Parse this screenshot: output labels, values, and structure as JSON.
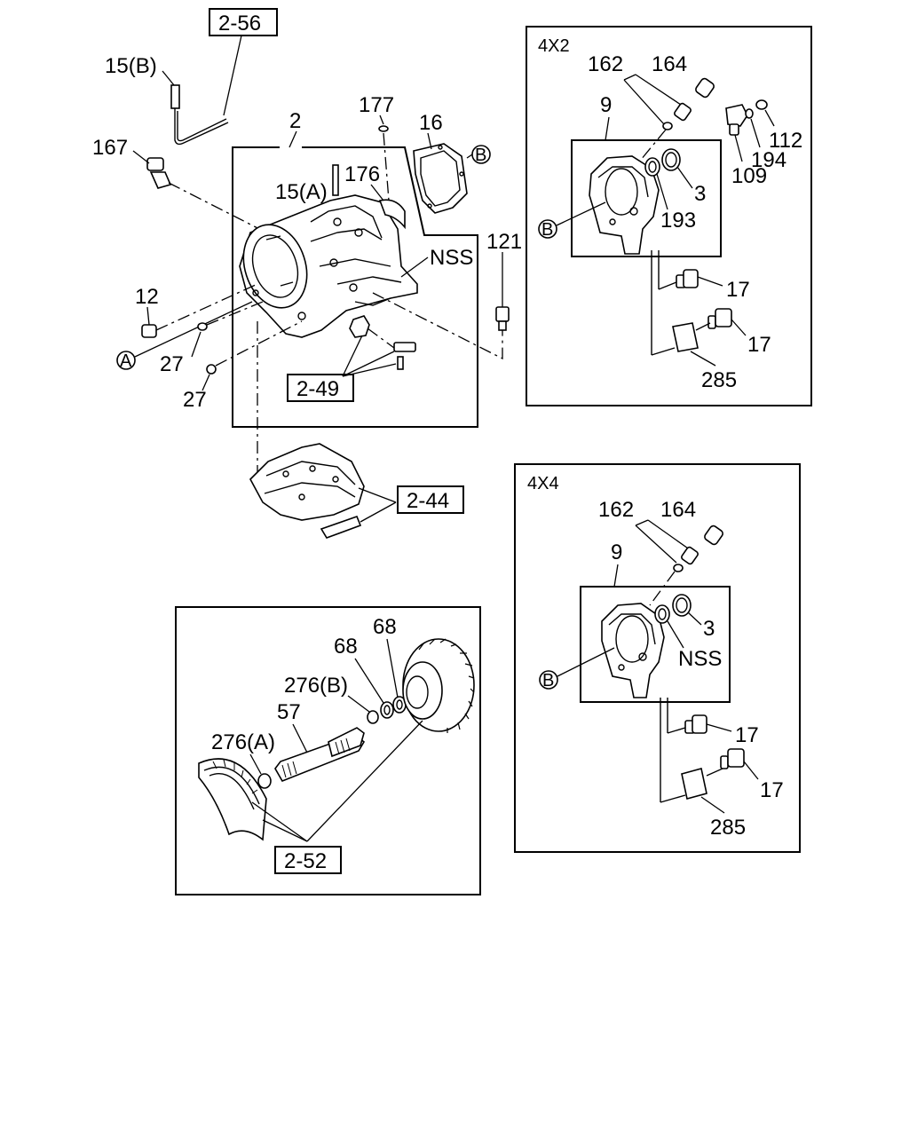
{
  "frames": {
    "f4x2": "4X2",
    "f4x4": "4X4"
  },
  "refs": {
    "r256": "2-56",
    "r249": "2-49",
    "r244": "2-44",
    "r252": "2-52"
  },
  "labels": {
    "p15b": "15(B)",
    "p167": "167",
    "p2": "2",
    "p177": "177",
    "p16": "16",
    "p15a": "15(A)",
    "p176": "176",
    "nss_main": "NSS",
    "p121": "121",
    "p12": "12",
    "p27a": "27",
    "p27b": "27",
    "b4x2_162": "162",
    "b4x2_164": "164",
    "b4x2_9": "9",
    "b4x2_112": "112",
    "b4x2_194": "194",
    "b4x2_109": "109",
    "b4x2_3": "3",
    "b4x2_193": "193",
    "b4x2_17a": "17",
    "b4x2_17b": "17",
    "b4x2_285": "285",
    "b4x4_162": "162",
    "b4x4_164": "164",
    "b4x4_9": "9",
    "b4x4_3": "3",
    "b4x4_nss": "NSS",
    "b4x4_17a": "17",
    "b4x4_17b": "17",
    "b4x4_285": "285",
    "g68a": "68",
    "g68b": "68",
    "g276b": "276(B)",
    "g57": "57",
    "g276a": "276(A)"
  },
  "markers": {
    "b_main": "B",
    "a_main": "A",
    "b_4x2": "B",
    "b_4x4": "B"
  }
}
